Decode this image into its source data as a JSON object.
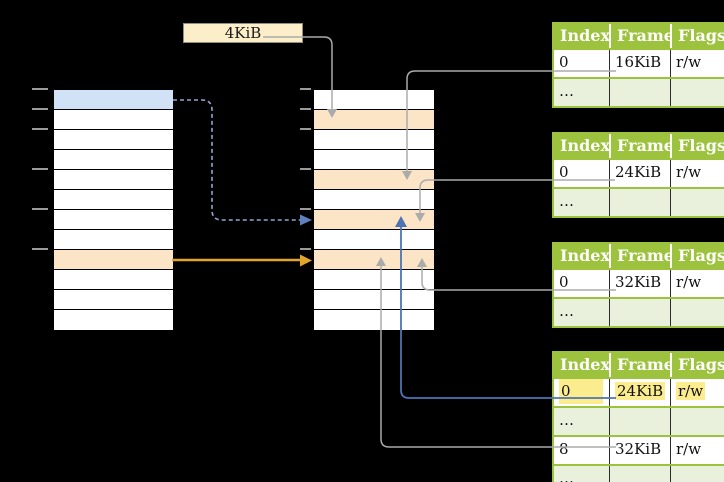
{
  "page_size_label": "4KiB",
  "left_table": {
    "description": "virtual memory pages column",
    "rows": [
      "blue",
      "white",
      "white",
      "white",
      "white",
      "white",
      "white",
      "white",
      "orange",
      "white",
      "white",
      "white"
    ]
  },
  "middle_table": {
    "description": "page table column",
    "rows": [
      "white",
      "orange",
      "white",
      "white",
      "orange",
      "white",
      "orange",
      "white",
      "orange",
      "white",
      "white",
      "white"
    ]
  },
  "frame_tables": [
    {
      "headers": [
        "Index",
        "Frame",
        "Flags"
      ],
      "rows": [
        {
          "cells": [
            "0",
            "16KiB",
            "r/w"
          ],
          "shade": "white",
          "highlight": false
        },
        {
          "cells": [
            "…",
            "",
            ""
          ],
          "shade": "green",
          "highlight": false
        }
      ]
    },
    {
      "headers": [
        "Index",
        "Frame",
        "Flags"
      ],
      "rows": [
        {
          "cells": [
            "0",
            "24KiB",
            "r/w"
          ],
          "shade": "white",
          "highlight": false
        },
        {
          "cells": [
            "…",
            "",
            ""
          ],
          "shade": "green",
          "highlight": false
        }
      ]
    },
    {
      "headers": [
        "Index",
        "Frame",
        "Flags"
      ],
      "rows": [
        {
          "cells": [
            "0",
            "32KiB",
            "r/w"
          ],
          "shade": "white",
          "highlight": false
        },
        {
          "cells": [
            "…",
            "",
            ""
          ],
          "shade": "green",
          "highlight": false
        }
      ]
    },
    {
      "headers": [
        "Index",
        "Frame",
        "Flags"
      ],
      "rows": [
        {
          "cells": [
            "0",
            "24KiB",
            "r/w"
          ],
          "shade": "white",
          "highlight": true
        },
        {
          "cells": [
            "…",
            "",
            ""
          ],
          "shade": "green",
          "highlight": false
        },
        {
          "cells": [
            "8",
            "32KiB",
            "r/w"
          ],
          "shade": "white",
          "highlight": false
        },
        {
          "cells": [
            "…",
            "",
            ""
          ],
          "shade": "green",
          "highlight": false
        }
      ]
    }
  ],
  "connectors": [
    {
      "name": "page-size-connector",
      "style": "solid",
      "color": "#ababab",
      "from": "4KiB label",
      "to": "middle table row 2"
    },
    {
      "name": "frame-16kib-connector",
      "style": "solid",
      "color": "#ababab",
      "from": "table 16KiB row 0",
      "to": "middle table row 5"
    },
    {
      "name": "frame-24kib-connector",
      "style": "solid",
      "color": "#ababab",
      "from": "table 24KiB row 0",
      "to": "middle table row 7"
    },
    {
      "name": "frame-32kib-connector",
      "style": "solid",
      "color": "#ababab",
      "from": "table 32KiB row 0",
      "to": "middle table row 9"
    },
    {
      "name": "level1-24kib-connector",
      "style": "solid",
      "color": "#4c74b4",
      "from": "bottom table row 0 (24KiB)",
      "to": "middle table row 7"
    },
    {
      "name": "level1-32kib-connector",
      "style": "solid",
      "color": "#ababab",
      "from": "bottom table row 8 (32KiB)",
      "to": "middle table row 9"
    },
    {
      "name": "virtual-page-dashed-connector",
      "style": "dashed",
      "color": "#8ea8d4",
      "from": "left table row 1",
      "to": "middle table row 7"
    },
    {
      "name": "virtual-page-orange-connector",
      "style": "solid",
      "color": "#e2a42b",
      "from": "left table row 9",
      "to": "middle table row 9"
    }
  ],
  "colors": {
    "background": "#000000",
    "header_green": "#9dc33e",
    "row_green": "#e9f1dc",
    "row_orange": "#fce4c6",
    "row_blue": "#d2e2f6",
    "label_cream": "#fbeec8",
    "highlight_yellow": "#fbec8e",
    "gray_line": "#ababab",
    "blue_line": "#4c74b4",
    "dashed_blue": "#8ea8d4",
    "orange_arrow": "#e2a42b",
    "tick_gray": "#9b9b9b"
  }
}
